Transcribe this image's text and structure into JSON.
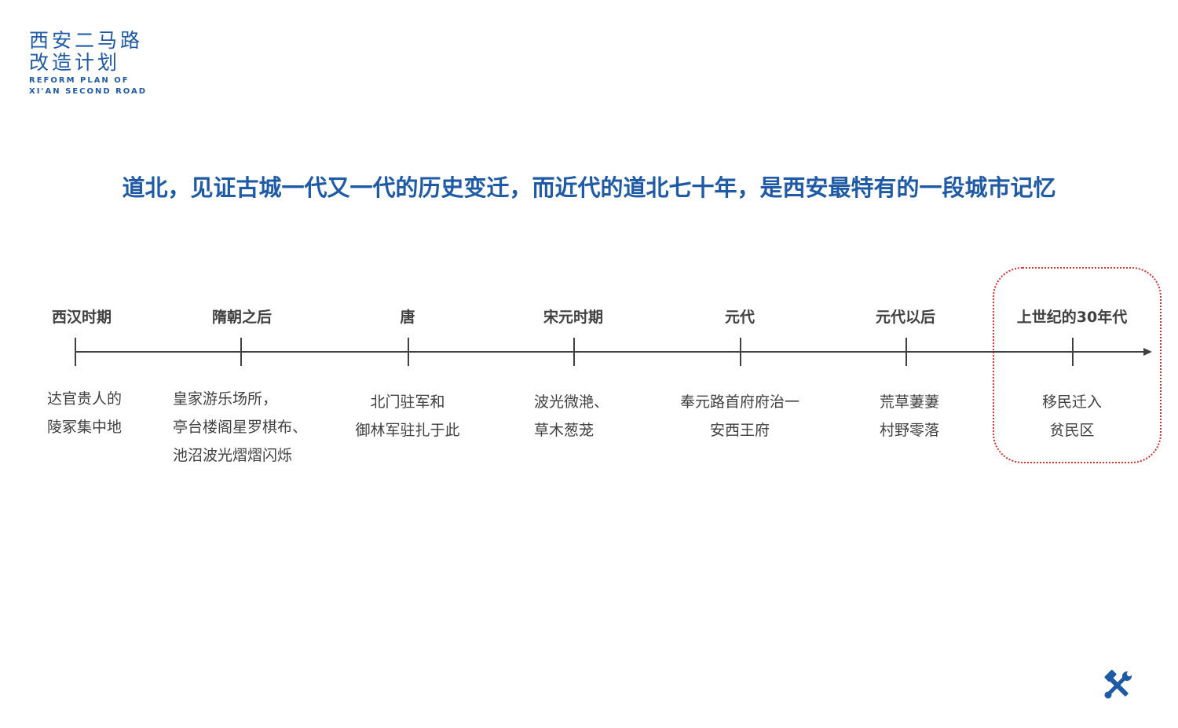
{
  "logo": {
    "line1": "西安二马路",
    "line2": "改造计划",
    "en_line1": "REFORM PLAN OF",
    "en_line2": "XI'AN SECOND ROAD"
  },
  "headline": "道北，见证古城一代又一代的历史变迁，而近代的道北七十年，是西安最特有的一段城市记忆",
  "timeline": {
    "items": [
      {
        "period": "西汉时期",
        "desc": [
          "达官贵人的",
          "陵冢集中地"
        ]
      },
      {
        "period": "隋朝之后",
        "desc": [
          "皇家游乐场所，",
          "亭台楼阁星罗棋布、",
          "池沼波光熠熠闪烁"
        ]
      },
      {
        "period": "唐",
        "desc": [
          "北门驻军和",
          "御林军驻扎于此"
        ]
      },
      {
        "period": "宋元时期",
        "desc": [
          "波光微滟、",
          "草木葱茏"
        ]
      },
      {
        "period": "元代",
        "desc": [
          "奉元路首府府治一",
          "安西王府"
        ]
      },
      {
        "period": "元代以后",
        "desc": [
          "荒草萋萋",
          "村野零落"
        ]
      },
      {
        "period": "上世纪的30年代",
        "desc": [
          "移民迁入",
          "贫民区"
        ]
      }
    ],
    "highlighted_index": 6
  },
  "colors": {
    "brand_blue": "#1f5aa6",
    "text_gray": "#404040",
    "highlight_red": "#d32f2f"
  },
  "icons": {
    "tools": "tools-icon"
  }
}
